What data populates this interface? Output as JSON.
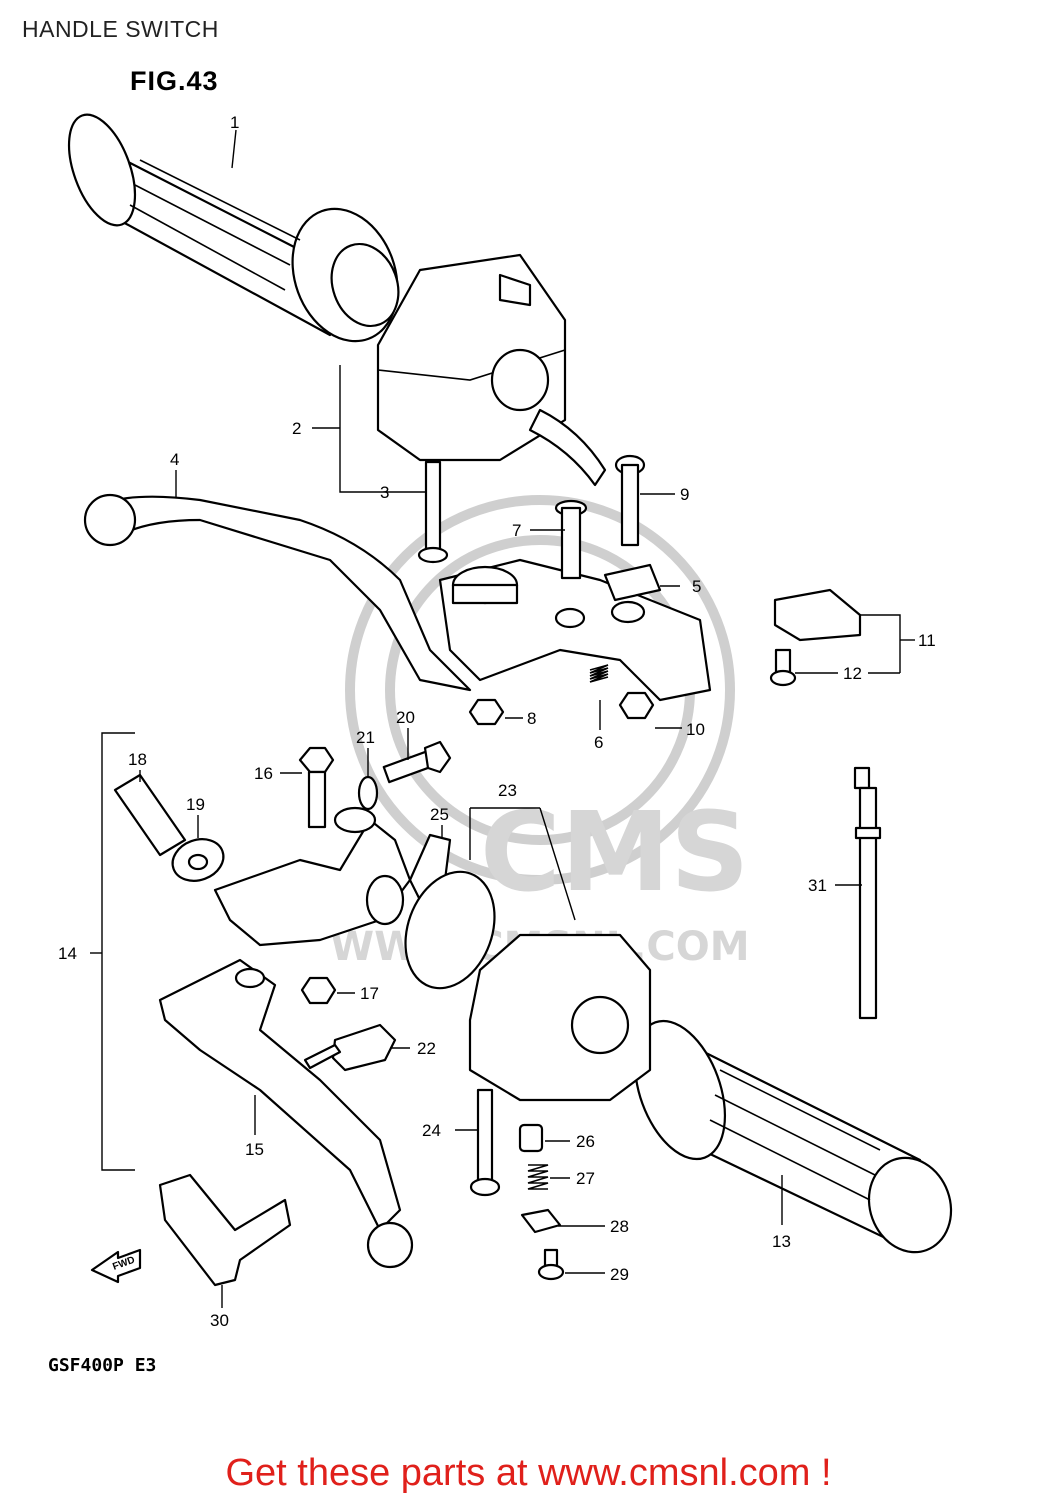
{
  "header": {
    "title": "HANDLE SWITCH"
  },
  "figure": {
    "label": "FIG.43",
    "model": "GSF400P  E3"
  },
  "watermark": {
    "brand": "CMS",
    "site": "WWW.CMSNL.COM"
  },
  "callouts": {
    "c1": "1",
    "c2": "2",
    "c3": "3",
    "c4": "4",
    "c5": "5",
    "c6": "6",
    "c7": "7",
    "c8": "8",
    "c9": "9",
    "c10": "10",
    "c11": "11",
    "c12": "12",
    "c13": "13",
    "c14": "14",
    "c15": "15",
    "c16": "16",
    "c17": "17",
    "c18": "18",
    "c19": "19",
    "c20": "20",
    "c21": "21",
    "c22": "22",
    "c23": "23",
    "c24": "24",
    "c25": "25",
    "c26": "26",
    "c27": "27",
    "c28": "28",
    "c29": "29",
    "c30": "30",
    "c31": "31"
  },
  "fwd_label": "FWD",
  "footer": {
    "cta": "Get these parts at www.cmsnl.com !"
  }
}
